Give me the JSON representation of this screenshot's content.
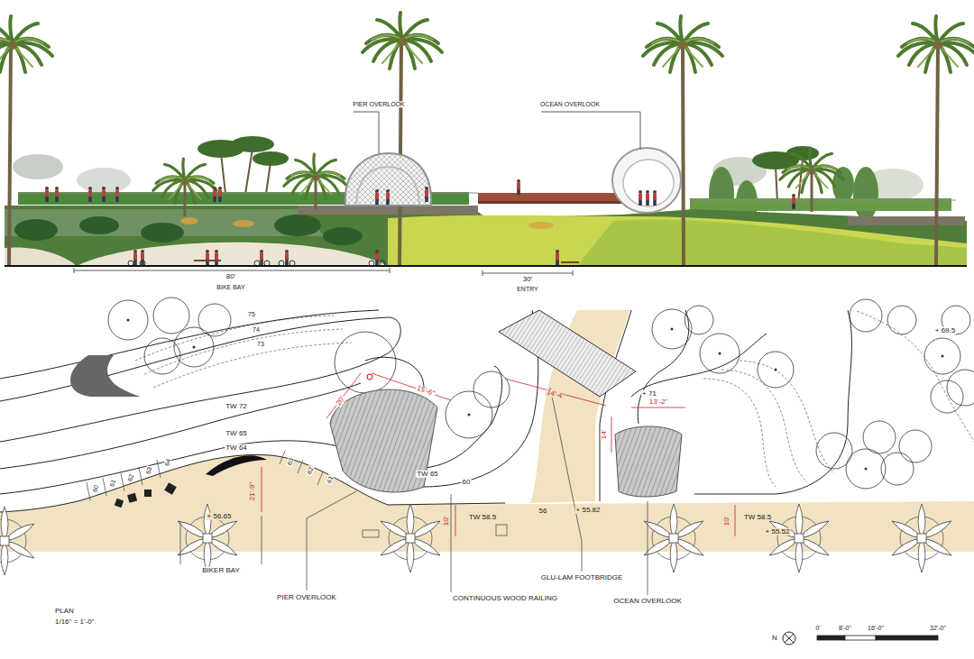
{
  "diagram": {
    "labels": [
      "PIER OVERLOOK",
      "OCEAN OVERLOOK",
      "80'",
      "BIKE BAY",
      "30'",
      "ENTRY",
      "75",
      "74",
      "73",
      "TW 72",
      "TW 65",
      "TW 64",
      "60",
      "61",
      "62",
      "63",
      "64",
      "63",
      "62",
      "61",
      "TW 65",
      "60",
      "56",
      "+ 71",
      "+ 69.5",
      "20'",
      "15'-6\"",
      "21'-9\"",
      "+ 56.65",
      "10'",
      "14'-4\"",
      "13'-2\"",
      "14'",
      "TW 58.5",
      "+ 55.82",
      "10'",
      "TW 58.5",
      "+ 55.52",
      "BIKER BAY",
      "PIER OVERLOOK",
      "GLU-LAM FOOTBRIDGE",
      "CONTINUOUS WOOD RAILING",
      "OCEAN OVERLOOK",
      "PLAN",
      "1/16\" = 1'-0\"",
      "N",
      "0'",
      "8'-0\"",
      "16'-0\"",
      "32'-0\""
    ]
  }
}
